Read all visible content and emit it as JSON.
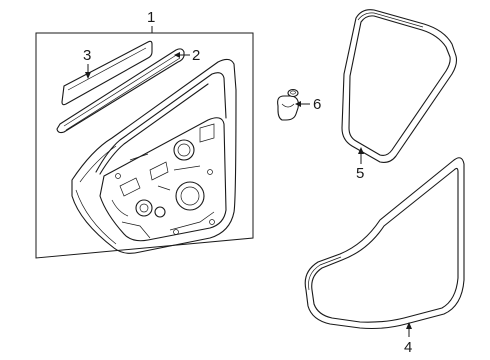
{
  "callouts": {
    "c1": "1",
    "c2": "2",
    "c3": "3",
    "c4": "4",
    "c5": "5",
    "c6": "6"
  },
  "colors": {
    "ink": "#1a1a1a",
    "background": "#ffffff"
  }
}
